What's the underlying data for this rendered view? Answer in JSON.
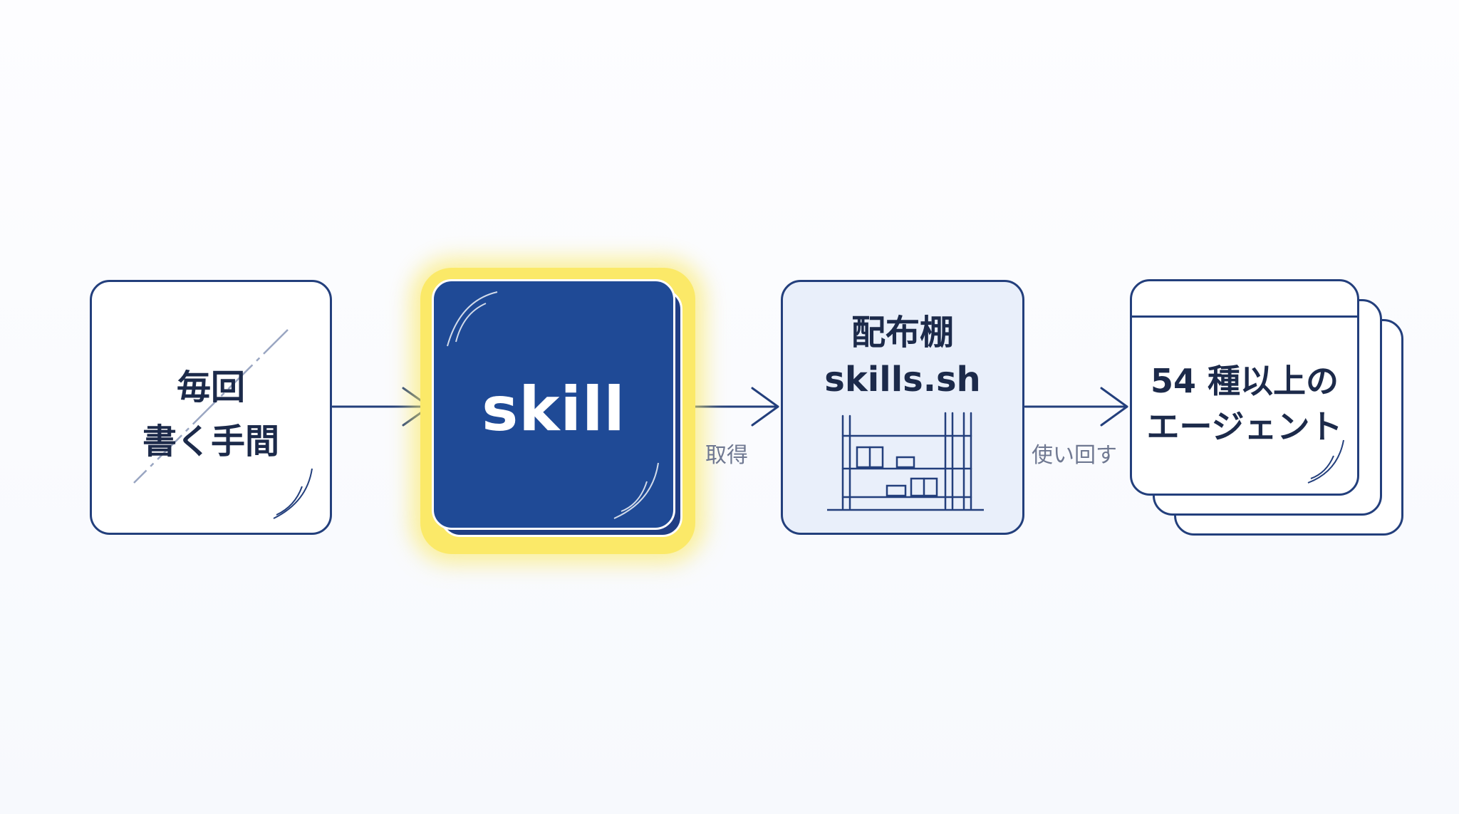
{
  "diagram": {
    "nodes": [
      {
        "id": "effort",
        "lines": [
          "毎回",
          "書く手間"
        ]
      },
      {
        "id": "skill",
        "lines": [
          "skill"
        ]
      },
      {
        "id": "shelf",
        "lines": [
          "配布棚",
          "skills.sh"
        ]
      },
      {
        "id": "agents",
        "lines": [
          "54 種以上の",
          "エージェント"
        ]
      }
    ],
    "edges": [
      {
        "from": "effort",
        "to": "skill",
        "label": ""
      },
      {
        "from": "skill",
        "to": "shelf",
        "label": "取得"
      },
      {
        "from": "shelf",
        "to": "agents",
        "label": "使い回す"
      }
    ],
    "colors": {
      "stroke": "#233f7c",
      "skill_fill": "#1f4a96",
      "highlight": "#fbe968",
      "shelf_fill": "#e9effa",
      "label_text": "#6f7891"
    },
    "icons": [
      "shelf-icon",
      "crossed-out-line"
    ]
  }
}
